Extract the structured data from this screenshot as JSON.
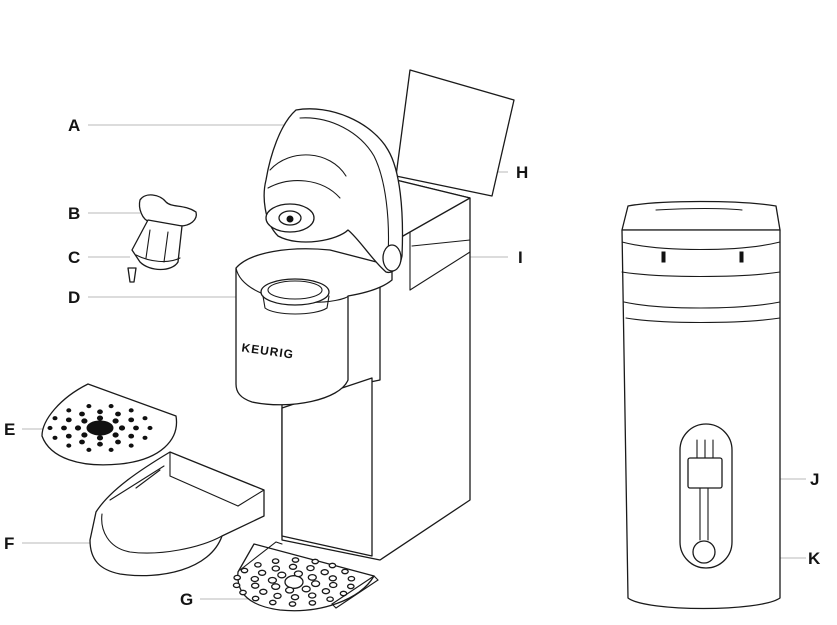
{
  "diagram": {
    "brand_text": "KEURIG",
    "labels": [
      {
        "id": "A",
        "text": "A"
      },
      {
        "id": "B",
        "text": "B"
      },
      {
        "id": "C",
        "text": "C"
      },
      {
        "id": "D",
        "text": "D"
      },
      {
        "id": "E",
        "text": "E"
      },
      {
        "id": "F",
        "text": "F"
      },
      {
        "id": "G",
        "text": "G"
      },
      {
        "id": "H",
        "text": "H"
      },
      {
        "id": "I",
        "text": "I"
      },
      {
        "id": "J",
        "text": "J"
      },
      {
        "id": "K",
        "text": "K"
      }
    ]
  }
}
